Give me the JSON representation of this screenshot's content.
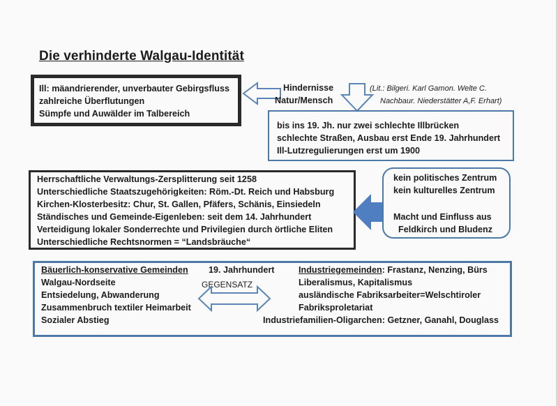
{
  "title": "Die verhinderte Walgau-Identität",
  "nature_box": {
    "lines": [
      "Ill: mäandrierender, unverbauter Gebirgsfluss",
      "zahlreiche Überflutungen",
      "Sümpfe und Auwälder im Talbereich"
    ]
  },
  "center_label": {
    "line1": "Hindernisse",
    "line2": "Natur/Mensch"
  },
  "literature": {
    "line1": "(Lit.: Bilgeri. Karl Gamon. Welte C.",
    "line2": "Nachbaur. Niederstätter A,F. Erhart)"
  },
  "infrastructure_box": {
    "lines": [
      "bis ins 19. Jh. nur zwei schlechte Illbrücken",
      "schlechte Straßen, Ausbau erst Ende 19. Jahrhundert",
      "Ill-Lutzregulierungen erst um 1900"
    ]
  },
  "politics_box": {
    "lines": [
      "Herrschaftliche Verwaltungs-Zersplitterung seit 1258",
      "Unterschiedliche Staatszugehörigkeiten:  Röm.-Dt. Reich und Habsburg",
      "Kirchen-Klosterbesitz: Chur, St. Gallen, Pfäfers, Schänis, Einsiedeln",
      "Ständisches und Gemeinde-Eigenleben: seit dem 14. Jahrhundert",
      "Verteidigung lokaler Sonderrechte und Privilegien durch örtliche Eliten",
      "Unterschiedliche Rechtsnormen = “Landsbräuche“"
    ]
  },
  "center_box": {
    "line1": "kein politisches Zentrum",
    "line2": "kein kulturelles Zentrum",
    "line3": "Macht und Einfluss aus",
    "line4": "Feldkirch und Bludenz"
  },
  "bottom_box": {
    "left_heading": "Bäuerlich-konservative Gemeinden",
    "left_lines": [
      "Walgau-Nordseite",
      "Entsiedelung, Abwanderung",
      "Zusammenbruch textiler Heimarbeit",
      "Sozialer Abstieg"
    ],
    "century": "19. Jahrhundert",
    "contrast": "GEGENSATZ",
    "right_heading": "Industriegemeinden",
    "right_heading_rest": ": Frastanz, Nenzing, Bürs",
    "right_lines": [
      "Liberalismus, Kapitalismus",
      "ausländische Fabriksarbeiter=Welschtiroler",
      "Fabriksproletariat",
      "Industriefamilien-Oligarchen: Getzner, Ganahl, Douglass"
    ]
  },
  "colors": {
    "dark_frame": "#2a2a2a",
    "blue_frame": "#4d79a8",
    "arrow_blue": "#4f7fc0",
    "arrow_outline": "#5b85b8"
  }
}
